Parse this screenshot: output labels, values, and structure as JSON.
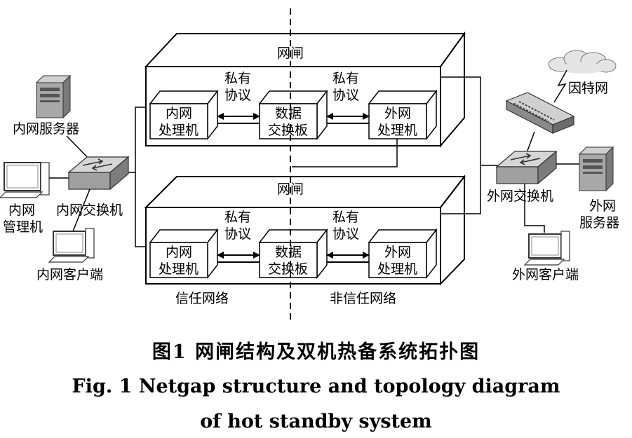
{
  "labels": {
    "gap1_title": "网闸",
    "gap2_title": "网闸",
    "inner_proc": [
      "内网",
      "处理机"
    ],
    "exch_board": [
      "数据",
      "交换板"
    ],
    "outer_proc": [
      "外网",
      "处理机"
    ],
    "private_proto": [
      "私有",
      "协议"
    ],
    "inner_server": "内网服务器",
    "inner_mgmt": [
      "内网",
      "管理机"
    ],
    "inner_switch": "内网交换机",
    "inner_client": "内网客户端",
    "internet": "因特网",
    "outer_switch": "外网交换机",
    "outer_server": [
      "外网",
      "服务器"
    ],
    "outer_client": "外网客户端",
    "trusted_net": "信任网络",
    "untrusted_net": "非信任网络"
  },
  "caption": {
    "cn": "图1  网闸结构及双机热备系统拓扑图",
    "en_line1": "Fig. 1  Netgap structure and topology diagram",
    "en_line2": "of hot standby system"
  },
  "colors": {
    "line": "#000000",
    "device_gray": "#9a9a9a",
    "device_light": "#d8d8d8",
    "screen": "#ffffff"
  }
}
